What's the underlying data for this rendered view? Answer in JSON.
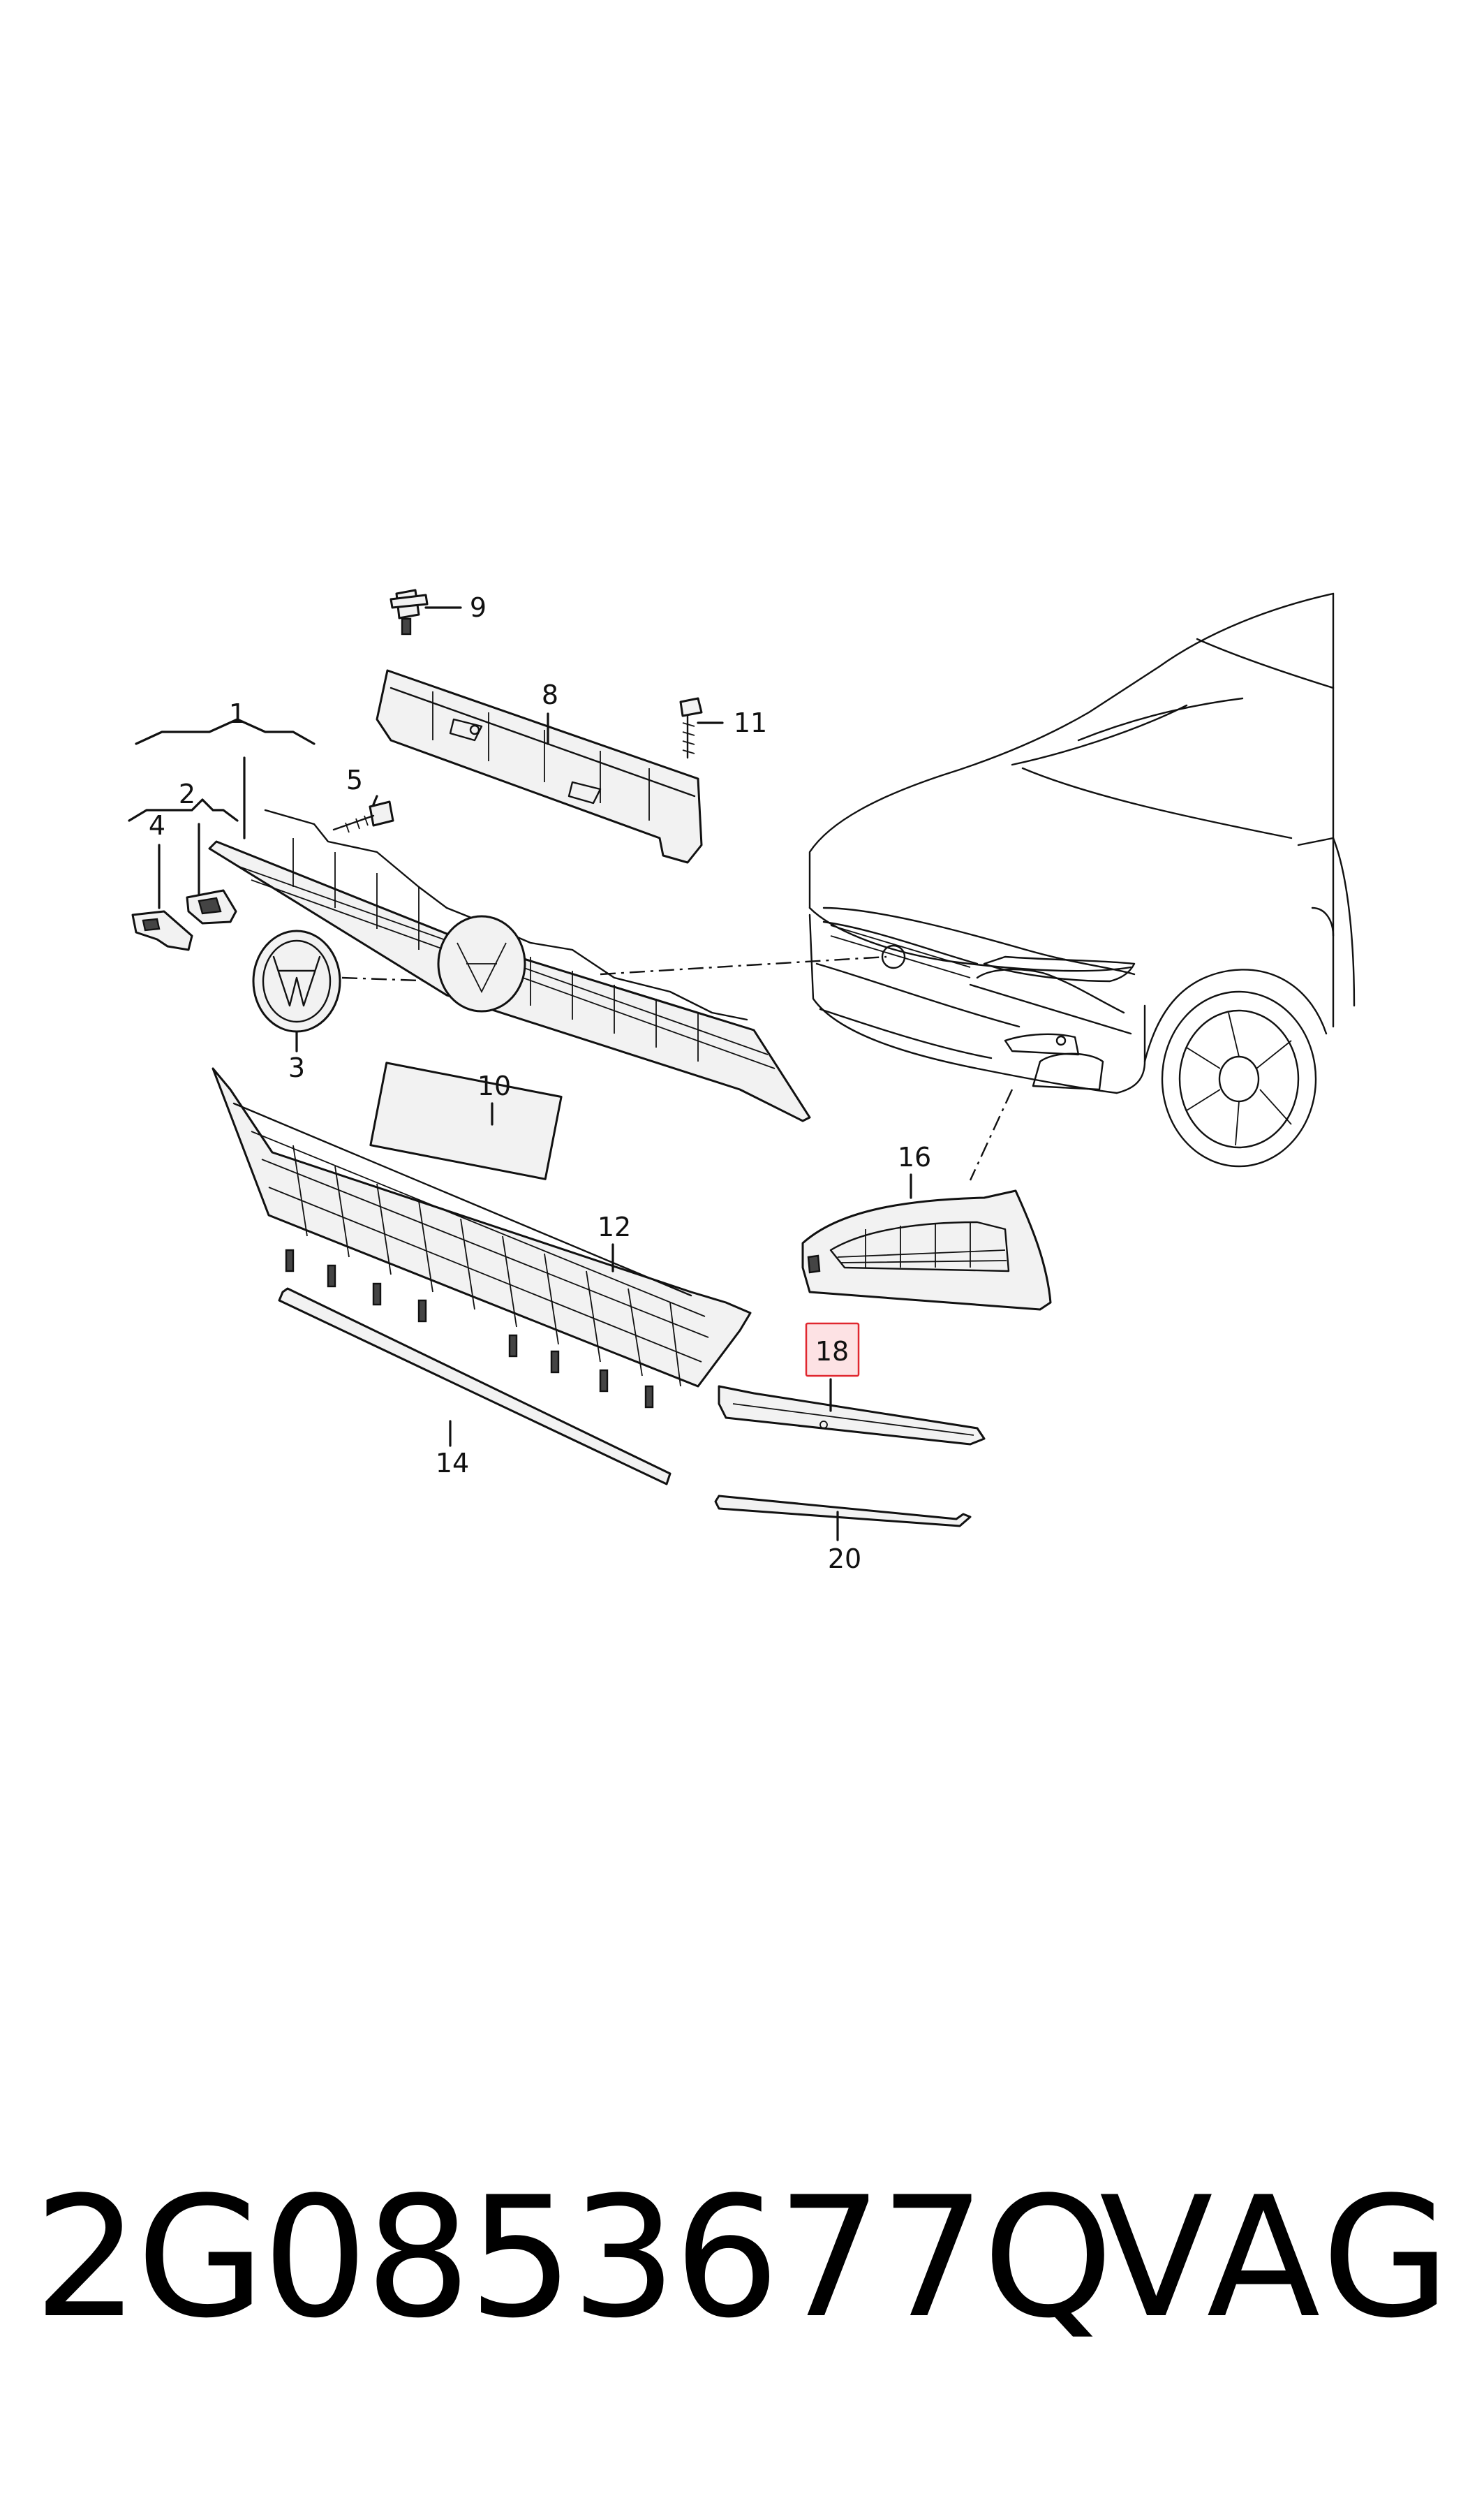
{
  "callouts": {
    "c1": "1",
    "c2": "2",
    "c3": "3",
    "c4": "4",
    "c5": "5",
    "c8": "8",
    "c9": "9",
    "c10": "10",
    "c11": "11",
    "c12": "12",
    "c14": "14",
    "c16": "16",
    "c18": "18",
    "c20": "20"
  },
  "highlight": {
    "label": "18",
    "color": "#e0272f",
    "fill": "#fde2e4"
  },
  "footer": {
    "part_number": "2G0853677Q",
    "brand": "VAG"
  }
}
